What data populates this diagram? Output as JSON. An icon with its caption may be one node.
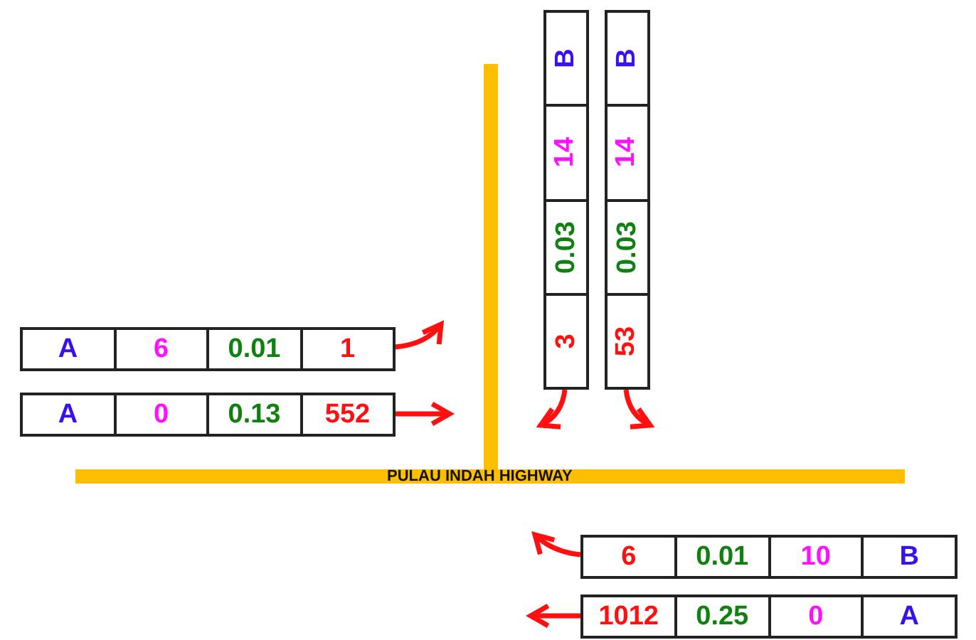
{
  "diagram": {
    "nodes": [
      {
        "text": [
          "B",
          "14",
          "0.03",
          "3"
        ]
      },
      {
        "text": [
          "B",
          "14",
          "0.03",
          "53"
        ]
      },
      {
        "text": [
          "A",
          "6",
          "0.01",
          "1"
        ]
      },
      {
        "text": [
          "A",
          "0",
          "0.13",
          "552"
        ]
      },
      {
        "text": [
          "6",
          "0.01",
          "10",
          "B"
        ]
      },
      {
        "text": [
          "1012",
          "0.25",
          "0",
          "A"
        ]
      }
    ],
    "edges": [
      {
        "from": 0,
        "to": null,
        "arrow": "to"
      },
      {
        "from": 1,
        "to": null,
        "arrow": "to"
      },
      {
        "from": 2,
        "to": null,
        "arrow": "to"
      },
      {
        "from": 3,
        "to": null,
        "arrow": "to"
      },
      {
        "from": 4,
        "to": null,
        "arrow": "to"
      },
      {
        "from": 5,
        "to": null,
        "arrow": "to"
      }
    ],
    "labels": [
      "PULAU INDAH HIGHWAY"
    ]
  }
}
